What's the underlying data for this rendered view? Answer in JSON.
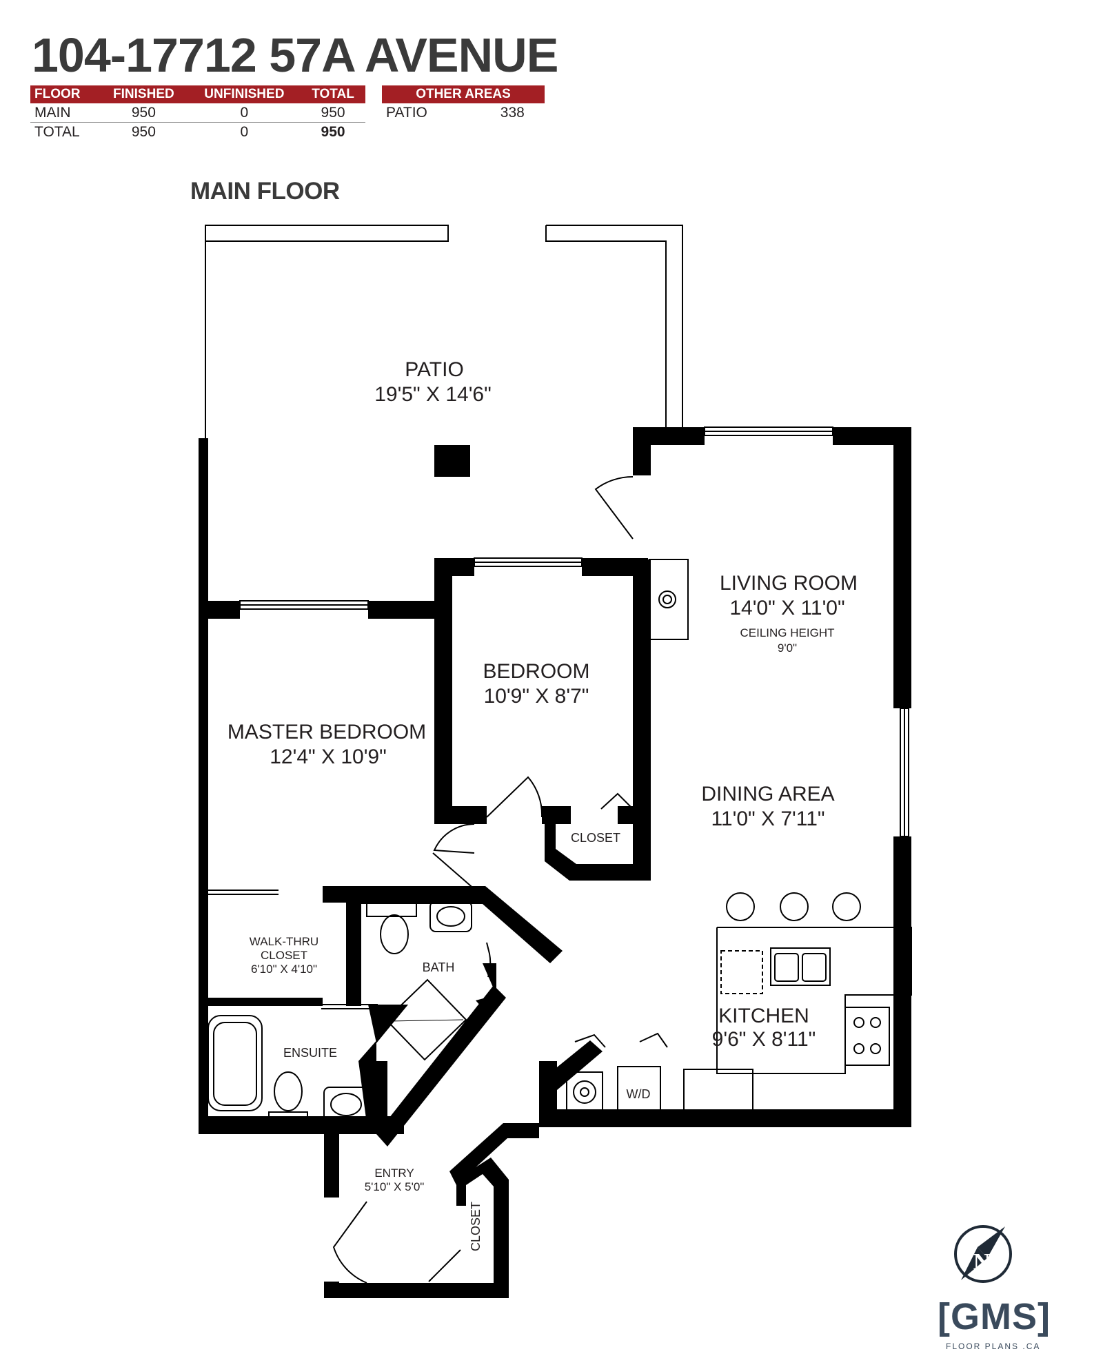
{
  "title": "104-17712 57A AVENUE",
  "area_table": {
    "headers": [
      "FLOOR",
      "FINISHED",
      "UNFINISHED",
      "TOTAL"
    ],
    "rows": [
      [
        "MAIN",
        "950",
        "0",
        "950"
      ],
      [
        "TOTAL",
        "950",
        "0",
        "950"
      ]
    ]
  },
  "other_areas": {
    "header": "OTHER AREAS",
    "rows": [
      [
        "PATIO",
        "338"
      ]
    ]
  },
  "section_title": "MAIN FLOOR",
  "rooms": {
    "patio": {
      "name": "PATIO",
      "dims": "19'5\" X 14'6\""
    },
    "living": {
      "name": "LIVING ROOM",
      "dims": "14'0\" X 11'0\"",
      "note1": "CEILING HEIGHT",
      "note2": "9'0\""
    },
    "bedroom": {
      "name": "BEDROOM",
      "dims": "10'9\" X 8'7\""
    },
    "master": {
      "name": "MASTER BEDROOM",
      "dims": "12'4\" X 10'9\""
    },
    "closet1": {
      "name": "CLOSET"
    },
    "dining": {
      "name": "DINING AREA",
      "dims": "11'0\" X 7'11\""
    },
    "walkthru": {
      "name1": "WALK-THRU",
      "name2": "CLOSET",
      "dims": "6'10\" X 4'10\""
    },
    "bath": {
      "name": "BATH"
    },
    "ensuite": {
      "name": "ENSUITE"
    },
    "kitchen": {
      "name": "KITCHEN",
      "dims": "9'6\" X 8'11\""
    },
    "wd": {
      "name": "W/D"
    },
    "entry": {
      "name": "ENTRY",
      "dims": "5'10\" X 5'0\""
    },
    "closet2": {
      "name": "CLOSET"
    }
  },
  "logo": {
    "name": "GMS",
    "sub": "FLOOR PLANS .CA",
    "compass": "N"
  },
  "colors": {
    "header_red": "#a31f24",
    "wall": "#000000",
    "text": "#231f20"
  }
}
